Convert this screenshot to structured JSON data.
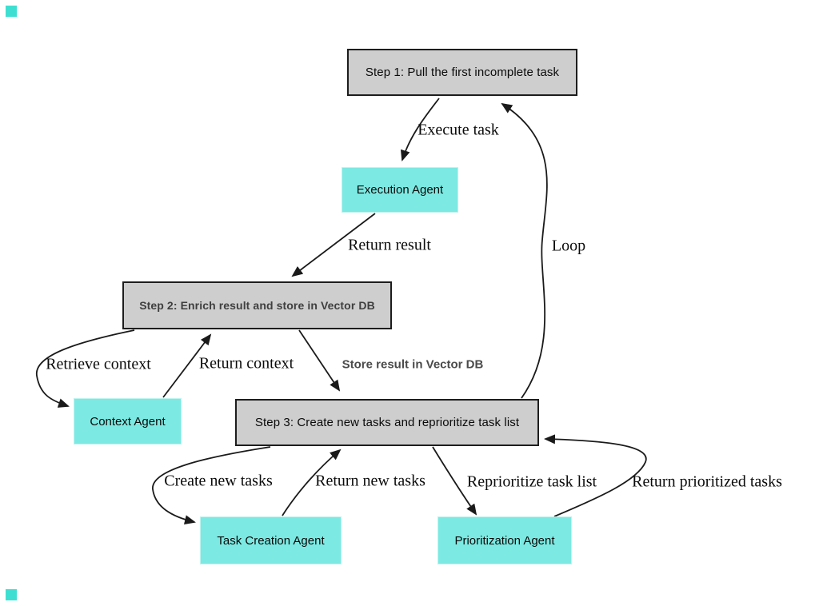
{
  "diagram": {
    "kind": "flowchart",
    "nodes": {
      "step1": {
        "label": "Step 1: Pull the first incomplete task",
        "type": "step"
      },
      "execution_agent": {
        "label": "Execution Agent",
        "type": "agent"
      },
      "step2": {
        "label": "Step 2: Enrich result and store in Vector DB",
        "type": "step"
      },
      "context_agent": {
        "label": "Context Agent",
        "type": "agent"
      },
      "step3": {
        "label": "Step 3: Create new tasks and reprioritize task list",
        "type": "step"
      },
      "task_creation_agent": {
        "label": "Task Creation Agent",
        "type": "agent"
      },
      "prioritization_agent": {
        "label": "Prioritization Agent",
        "type": "agent"
      }
    },
    "edges": {
      "execute_task": {
        "label": "Execute task",
        "from": "step1",
        "to": "execution_agent"
      },
      "return_result": {
        "label": "Return result",
        "from": "execution_agent",
        "to": "step2"
      },
      "loop": {
        "label": "Loop",
        "from": "step3",
        "to": "step1"
      },
      "retrieve_context": {
        "label": "Retrieve context",
        "from": "step2",
        "to": "context_agent"
      },
      "return_context": {
        "label": "Return context",
        "from": "context_agent",
        "to": "step2"
      },
      "store_result": {
        "label": "Store result in Vector DB",
        "from": "step2",
        "to": "step3"
      },
      "create_new_tasks": {
        "label": "Create new tasks",
        "from": "step3",
        "to": "task_creation_agent"
      },
      "return_new_tasks": {
        "label": "Return new tasks",
        "from": "task_creation_agent",
        "to": "step3"
      },
      "reprioritize_task_list": {
        "label": "Reprioritize task list",
        "from": "step3",
        "to": "prioritization_agent"
      },
      "return_prioritized_tasks": {
        "label": "Return prioritized tasks",
        "from": "prioritization_agent",
        "to": "step3"
      }
    },
    "colors": {
      "step_fill": "#cecece",
      "step_border": "#1d1d1d",
      "agent_fill": "#7ce9e2",
      "edge_stroke": "#1a1a1a",
      "muted_text": "#4a4a4a",
      "corner_marker": "#3edfd2",
      "background": "#ffffff"
    }
  }
}
